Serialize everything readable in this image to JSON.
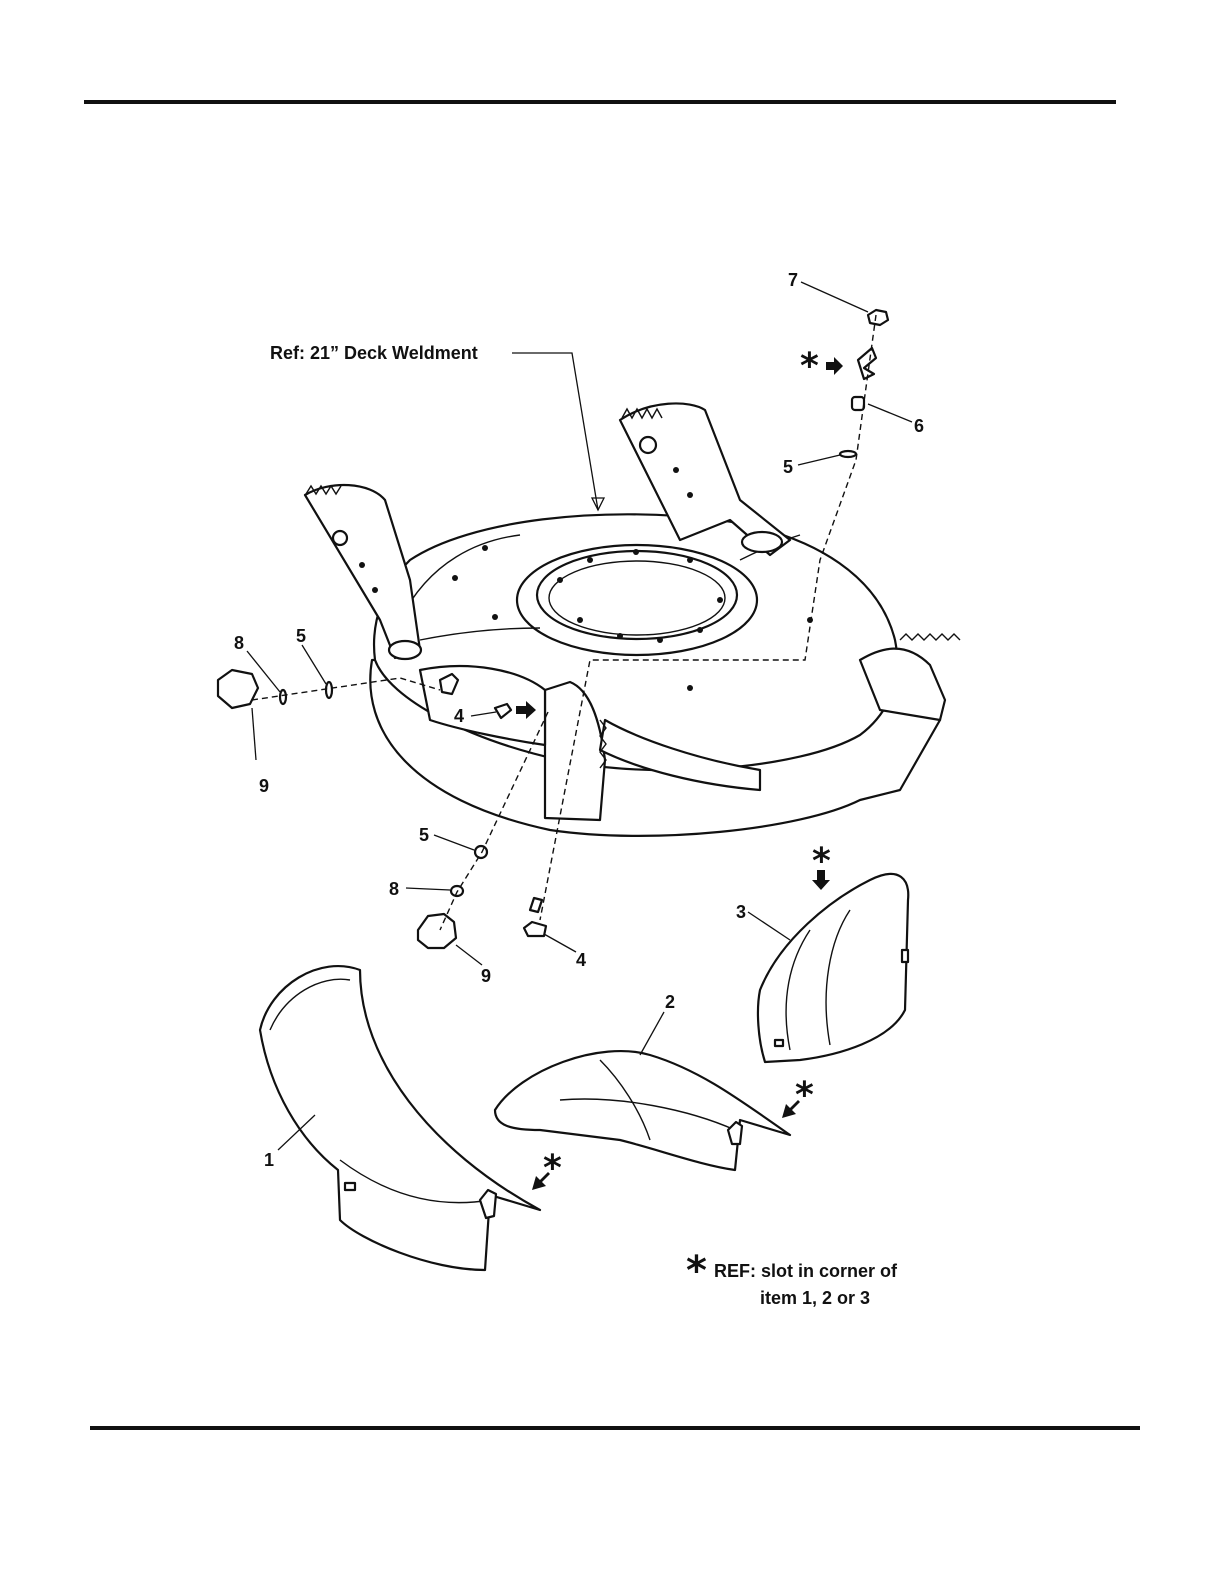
{
  "ref_label": "Ref: 21” Deck Weldment",
  "note": {
    "star": "*",
    "line1": "REF: slot in corner of",
    "line2": "item 1, 2 or 3"
  },
  "callouts": {
    "c1": "1",
    "c2": "2",
    "c3": "3",
    "c4a": "4",
    "c4b": "4",
    "c5a": "5",
    "c5b": "5",
    "c5c": "5",
    "c6": "6",
    "c7": "7",
    "c8a": "8",
    "c8b": "8",
    "c9a": "9",
    "c9b": "9"
  },
  "star_marks": [
    "*",
    "*",
    "*",
    "*"
  ]
}
